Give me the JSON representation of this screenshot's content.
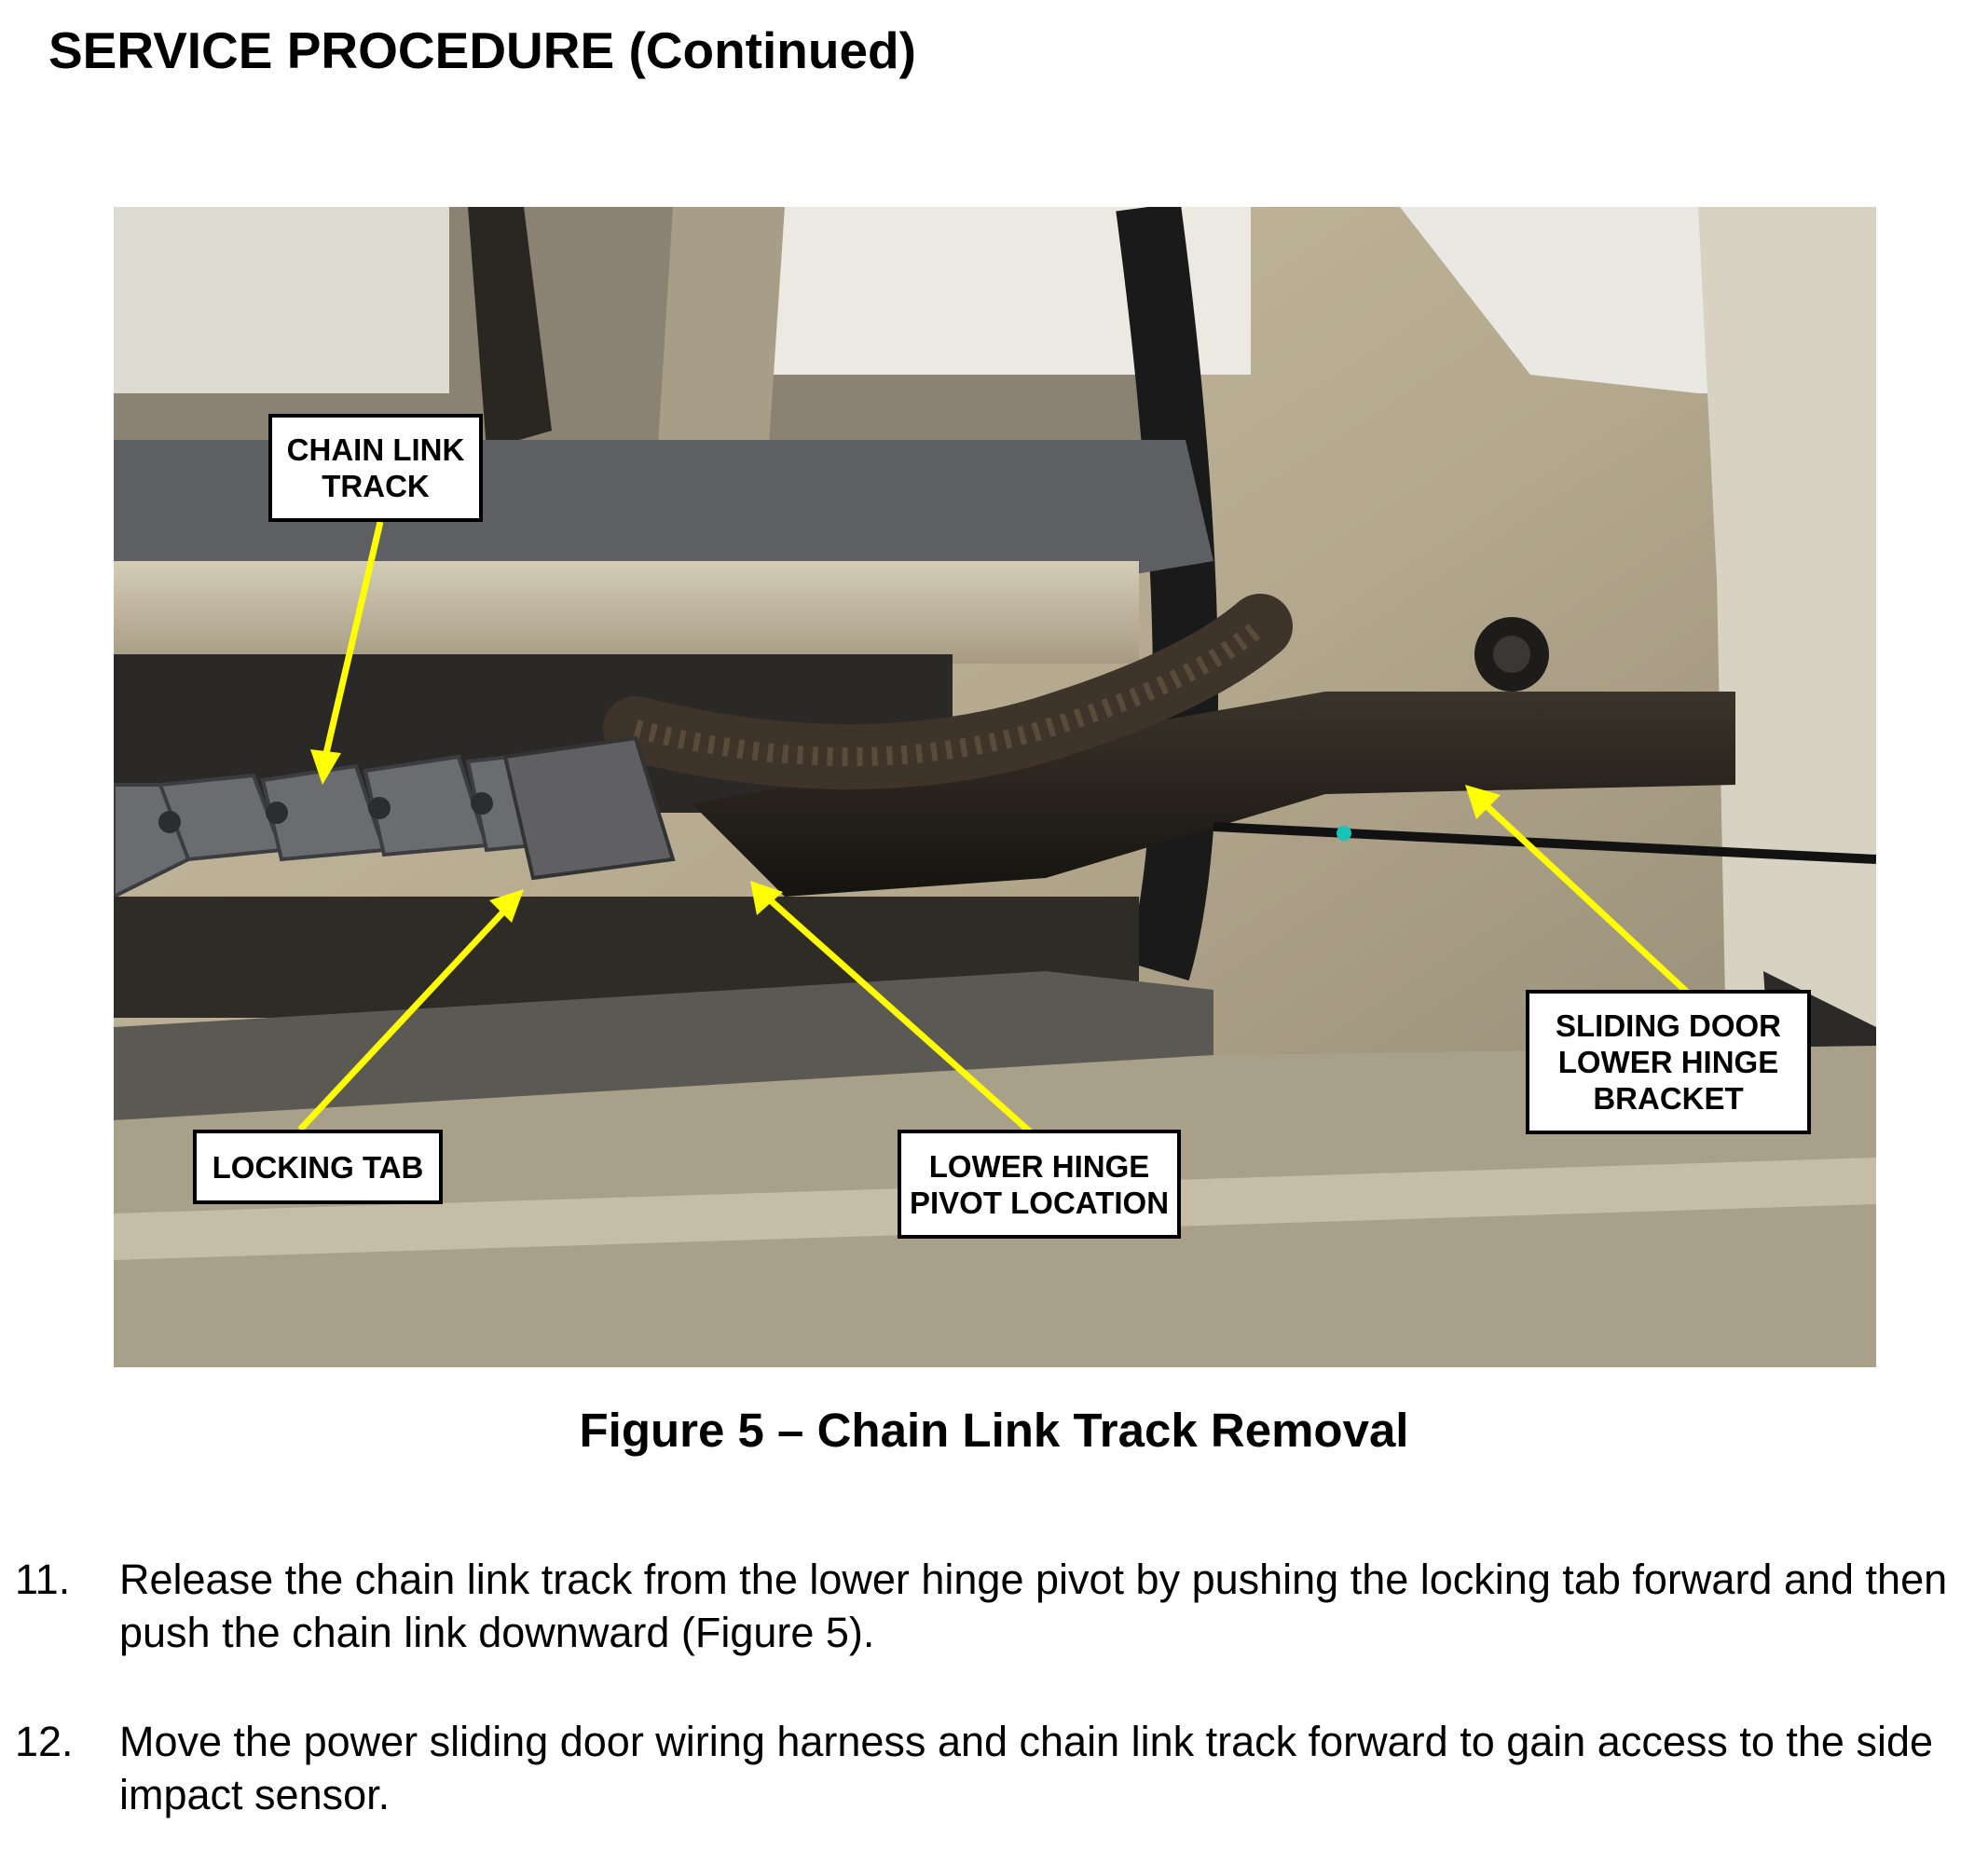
{
  "document": {
    "heading": "SERVICE PROCEDURE (Continued)",
    "figure": {
      "callouts": {
        "chain_link_track": "CHAIN LINK\nTRACK",
        "locking_tab": "LOCKING TAB",
        "lower_hinge_pivot": "LOWER HINGE\nPIVOT LOCATION",
        "lower_hinge_bracket": "SLIDING DOOR\nLOWER HINGE\nBRACKET"
      },
      "caption": "Figure 5 – Chain Link Track Removal",
      "callout_border_color": "#000000",
      "arrow_color": "#ffff00"
    },
    "steps": [
      {
        "number": "11.",
        "text": "Release the chain link track from the lower hinge pivot by pushing the locking tab forward and then push the chain link downward (Figure 5)."
      },
      {
        "number": "12.",
        "text": "Move the power sliding door wiring harness and chain link track forward to gain access to the side impact sensor."
      }
    ]
  }
}
